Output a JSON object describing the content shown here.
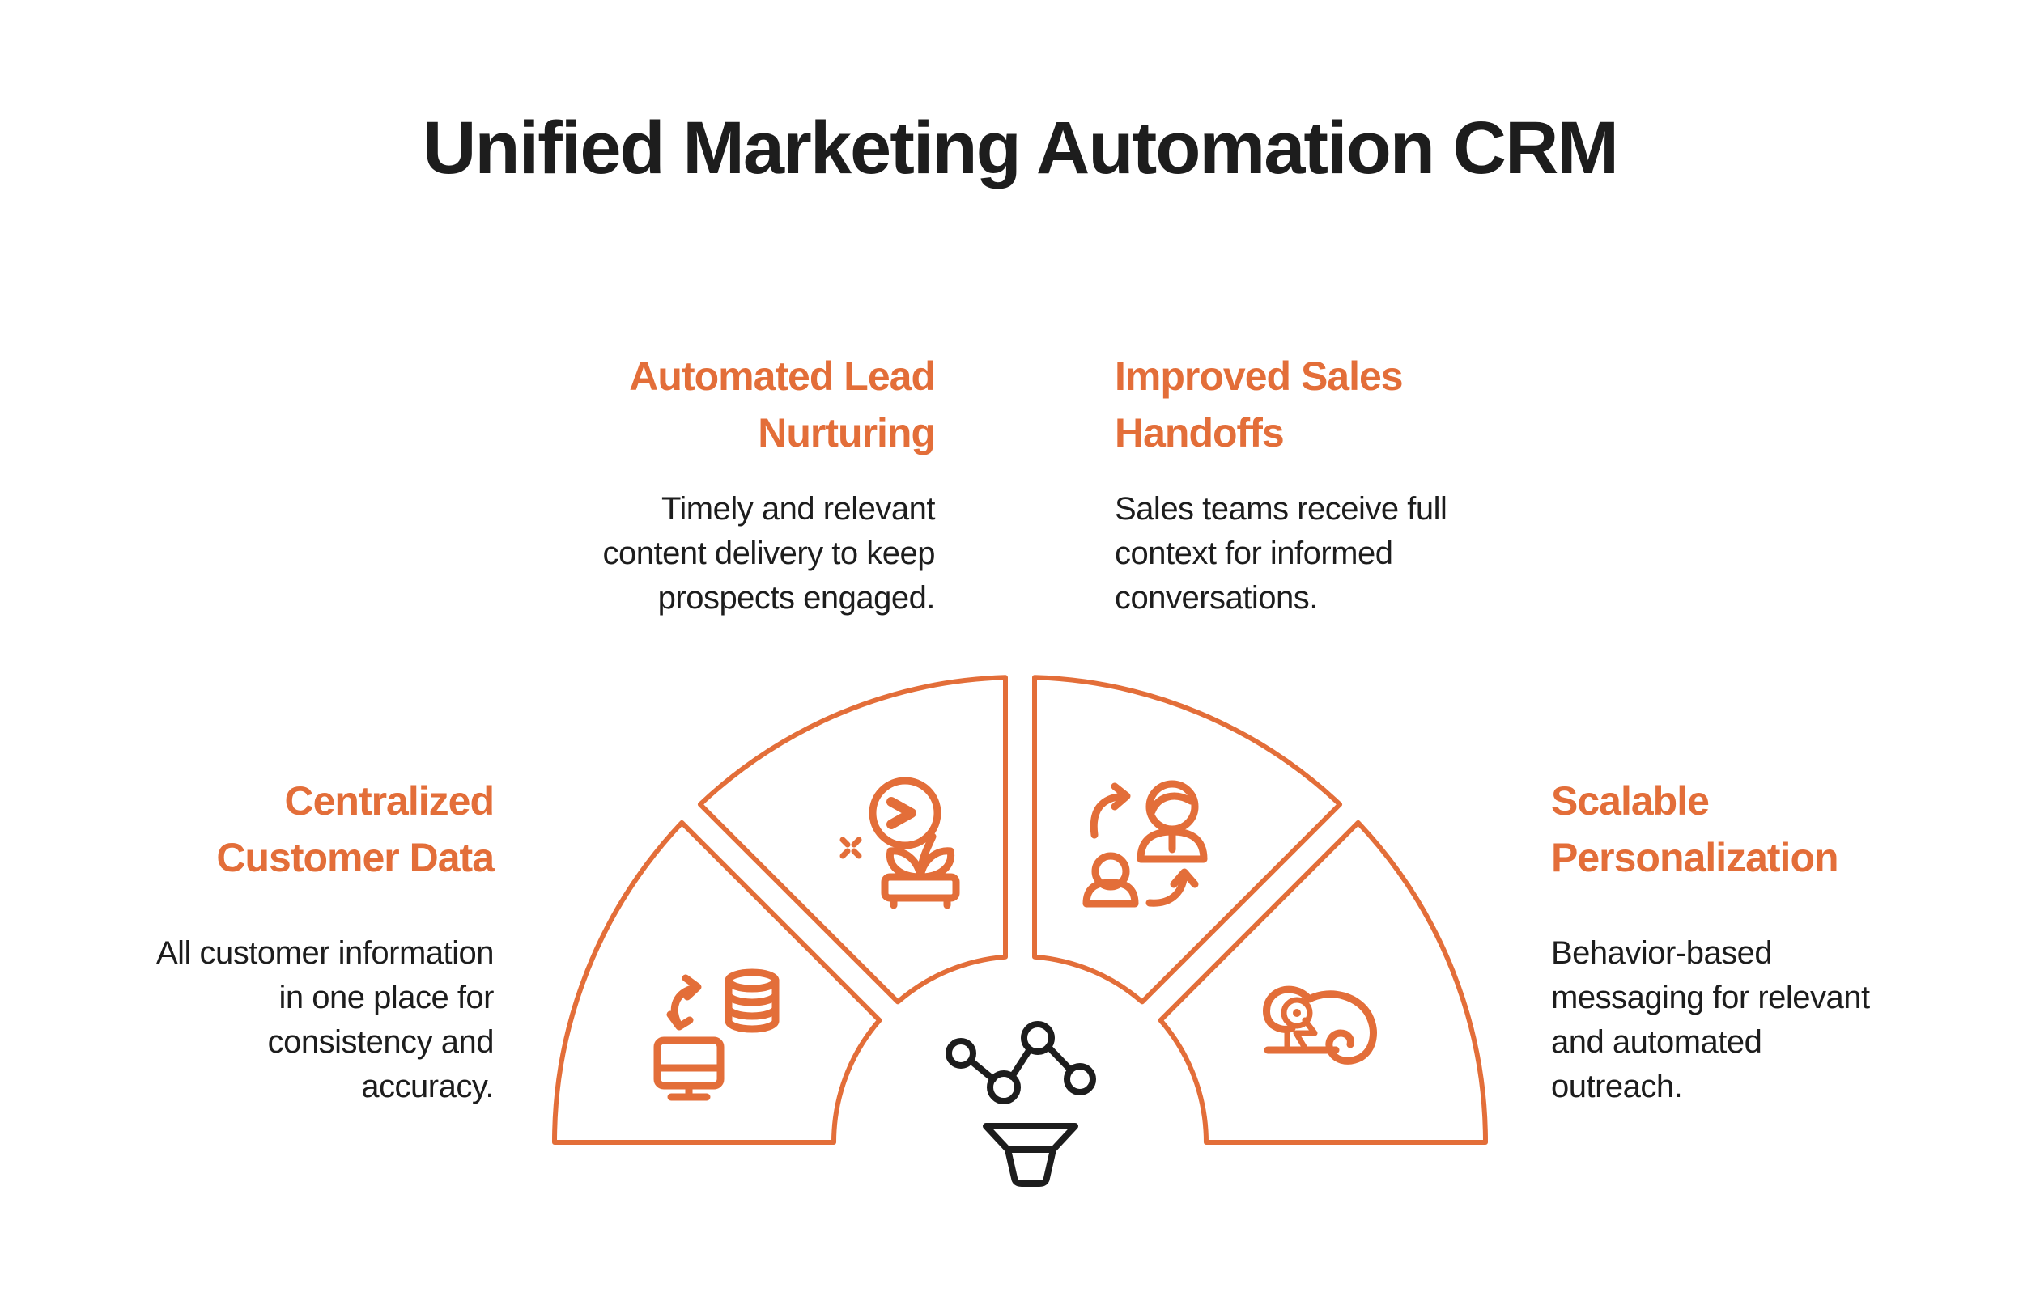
{
  "title": "Unified Marketing Automation CRM",
  "colors": {
    "accent": "#E36E39",
    "ink": "#1D1D1D"
  },
  "sections": [
    {
      "id": "automated-lead-nurturing",
      "heading": [
        "Automated Lead",
        "Nurturing"
      ],
      "body": [
        "Timely and relevant",
        "content delivery to keep",
        "prospects engaged."
      ],
      "icon": "flower-growth-icon"
    },
    {
      "id": "improved-sales-handoffs",
      "heading": [
        "Improved Sales",
        "Handoffs"
      ],
      "body": [
        "Sales teams receive full",
        "context for informed",
        "conversations."
      ],
      "icon": "people-handoff-icon"
    },
    {
      "id": "centralized-customer-data",
      "heading": [
        "Centralized",
        "Customer Data"
      ],
      "body": [
        "All customer information",
        "in one place for",
        "consistency and",
        "accuracy."
      ],
      "icon": "monitor-database-sync-icon"
    },
    {
      "id": "scalable-personalization",
      "heading": [
        "Scalable",
        "Personalization"
      ],
      "body": [
        "Behavior-based",
        "messaging for relevant",
        "and automated",
        "outreach."
      ],
      "icon": "chameleon-icon"
    }
  ],
  "center_icons": [
    "network-nodes-icon",
    "funnel-icon"
  ]
}
